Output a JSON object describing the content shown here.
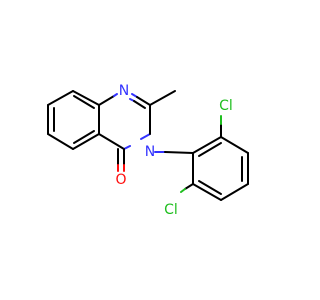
{
  "molecule": {
    "atoms": {
      "n1": {
        "symbol": "N",
        "color": "#3333ff"
      },
      "n3": {
        "symbol": "N",
        "color": "#3333ff"
      },
      "o": {
        "symbol": "O",
        "color": "#ff0d0d"
      },
      "cl_top": {
        "symbol": "Cl",
        "color": "#1fbe1f"
      },
      "cl_bottom": {
        "symbol": "Cl",
        "color": "#1fbe1f"
      }
    },
    "bond_color": "#000000"
  }
}
